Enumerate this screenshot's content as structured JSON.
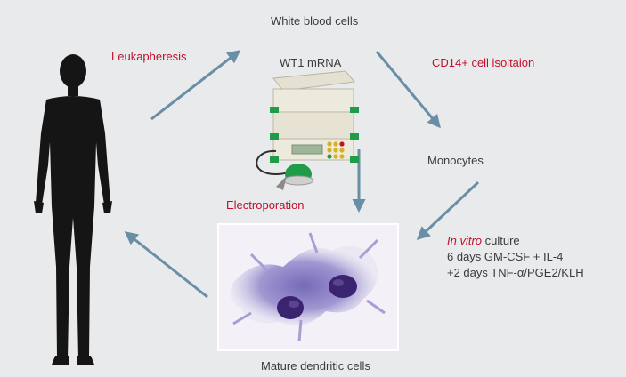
{
  "labels": {
    "white_blood_cells": "White blood cells",
    "leukapheresis": "Leukapheresis",
    "wt1_mrna": "WT1 mRNA",
    "cd14_isolation": "CD14+ cell isoltaion",
    "monocytes": "Monocytes",
    "electroporation": "Electroporation",
    "in_vitro": "In vitro",
    "culture": " culture",
    "step_gmcsf": "6 days GM-CSF + IL-4",
    "step_tnf": "+2 days TNF-α/PGE2/KLH",
    "mature_dc": "Mature dendritic cells"
  },
  "colors": {
    "arrow": "#6a8ea6",
    "highlight_text": "#c0102b",
    "body_text": "#3b3b3b",
    "silhouette": "#151515",
    "device_accent": "#1f9b4a"
  },
  "icons": {
    "human": "human-silhouette-icon",
    "device": "electroporation-device-icon",
    "cells": "dendritic-cell-micrograph"
  }
}
